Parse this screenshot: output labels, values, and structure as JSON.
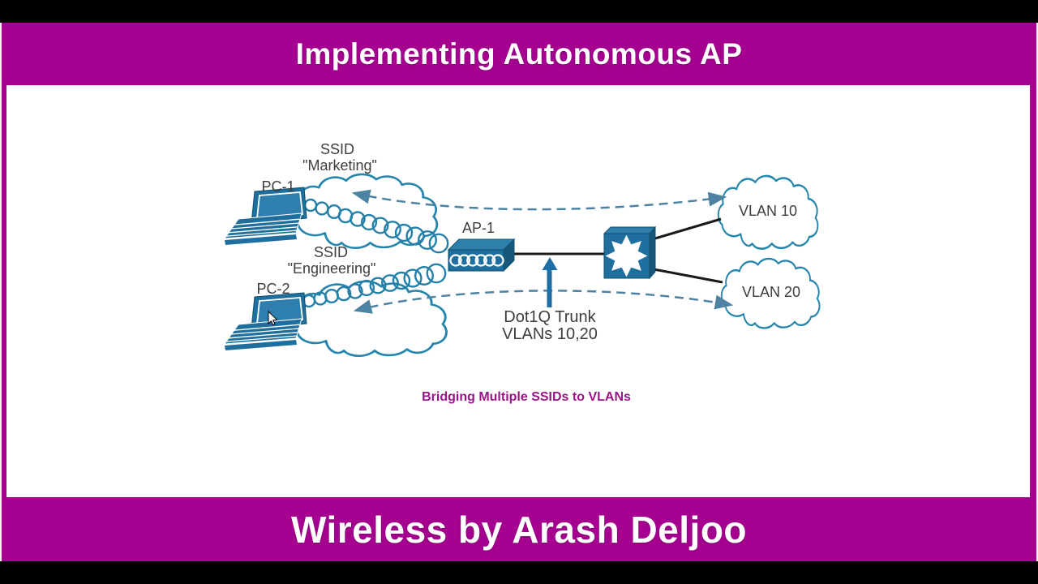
{
  "header": {
    "title": "Implementing Autonomous AP"
  },
  "footer": {
    "title": "Wireless by Arash Deljoo"
  },
  "diagram": {
    "caption": "Bridging Multiple SSIDs to VLANs",
    "pc1_label": "PC-1",
    "pc2_label": "PC-2",
    "ap_label": "AP-1",
    "ssid_marketing": {
      "line1": "SSID",
      "line2": "\"Marketing\""
    },
    "ssid_engineering": {
      "line1": "SSID",
      "line2": "\"Engineering\""
    },
    "vlan10_label": "VLAN 10",
    "vlan20_label": "VLAN 20",
    "trunk": {
      "line1": "Dot1Q Trunk",
      "line2": "VLANs 10,20"
    },
    "colors": {
      "frame_magenta": "#a60090",
      "caption_magenta": "#9b1588",
      "device_blue": "#1f6f9e",
      "cloud_stroke": "#2585ac",
      "dashed_link": "#4d82a3",
      "solid_link": "#1a1a1a",
      "label_text": "#3d3d3d",
      "trunk_arrow": "#1e6ea6",
      "title_text": "#ffffff"
    }
  }
}
